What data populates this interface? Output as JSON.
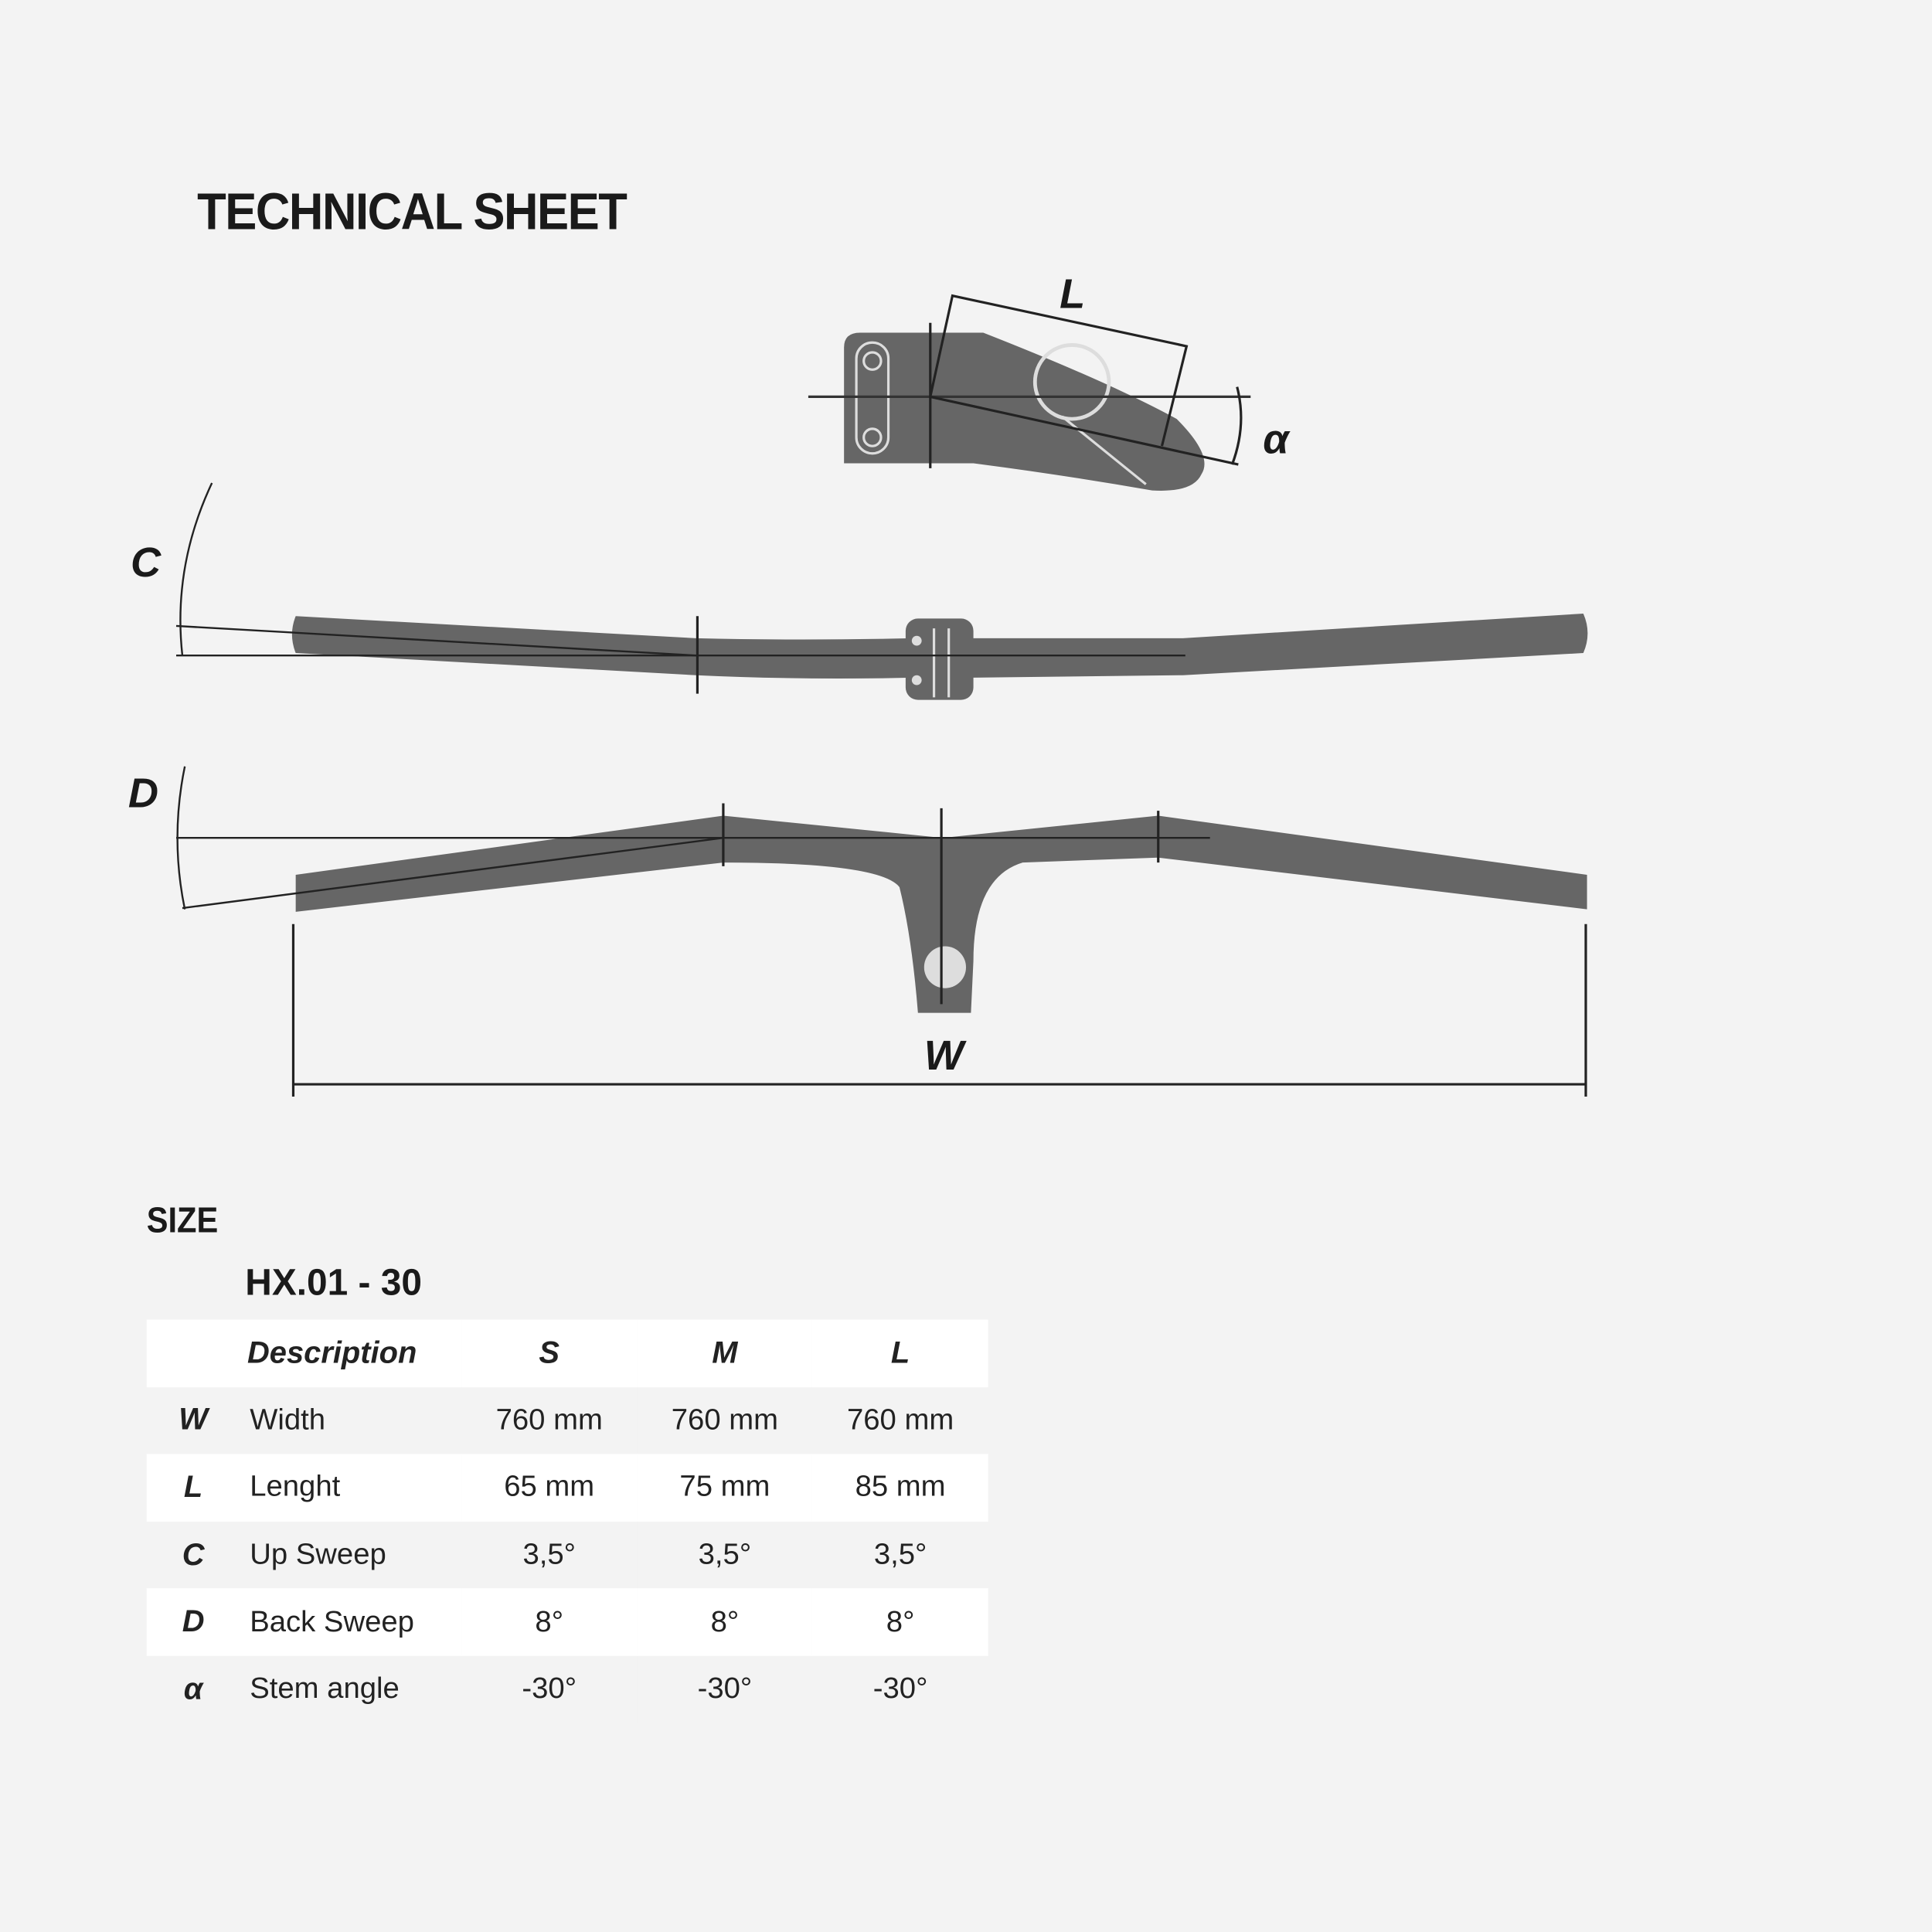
{
  "title": "TECHNICAL SHEET",
  "diagram_labels": {
    "length": "L",
    "angle": "α",
    "up_sweep": "C",
    "back_sweep": "D",
    "width": "W"
  },
  "size_heading": "SIZE",
  "model": "HX.01 - 30",
  "table": {
    "headers": [
      "",
      "Description",
      "S",
      "M",
      "L"
    ],
    "rows": [
      {
        "symbol": "W",
        "description": "Width",
        "values": [
          "760 mm",
          "760 mm",
          "760 mm"
        ]
      },
      {
        "symbol": "L",
        "description": "Lenght",
        "values": [
          "65 mm",
          "75 mm",
          "85 mm"
        ]
      },
      {
        "symbol": "C",
        "description": "Up Sweep",
        "values": [
          "3,5°",
          "3,5°",
          "3,5°"
        ]
      },
      {
        "symbol": "D",
        "description": "Back Sweep",
        "values": [
          "8°",
          "8°",
          "8°"
        ]
      },
      {
        "symbol": "α",
        "description": "Stem angle",
        "values": [
          "-30°",
          "-30°",
          "-30°"
        ]
      }
    ]
  },
  "colors": {
    "part": "#666666",
    "background": "#f3f3f3",
    "row_alt": "#ffffff"
  }
}
